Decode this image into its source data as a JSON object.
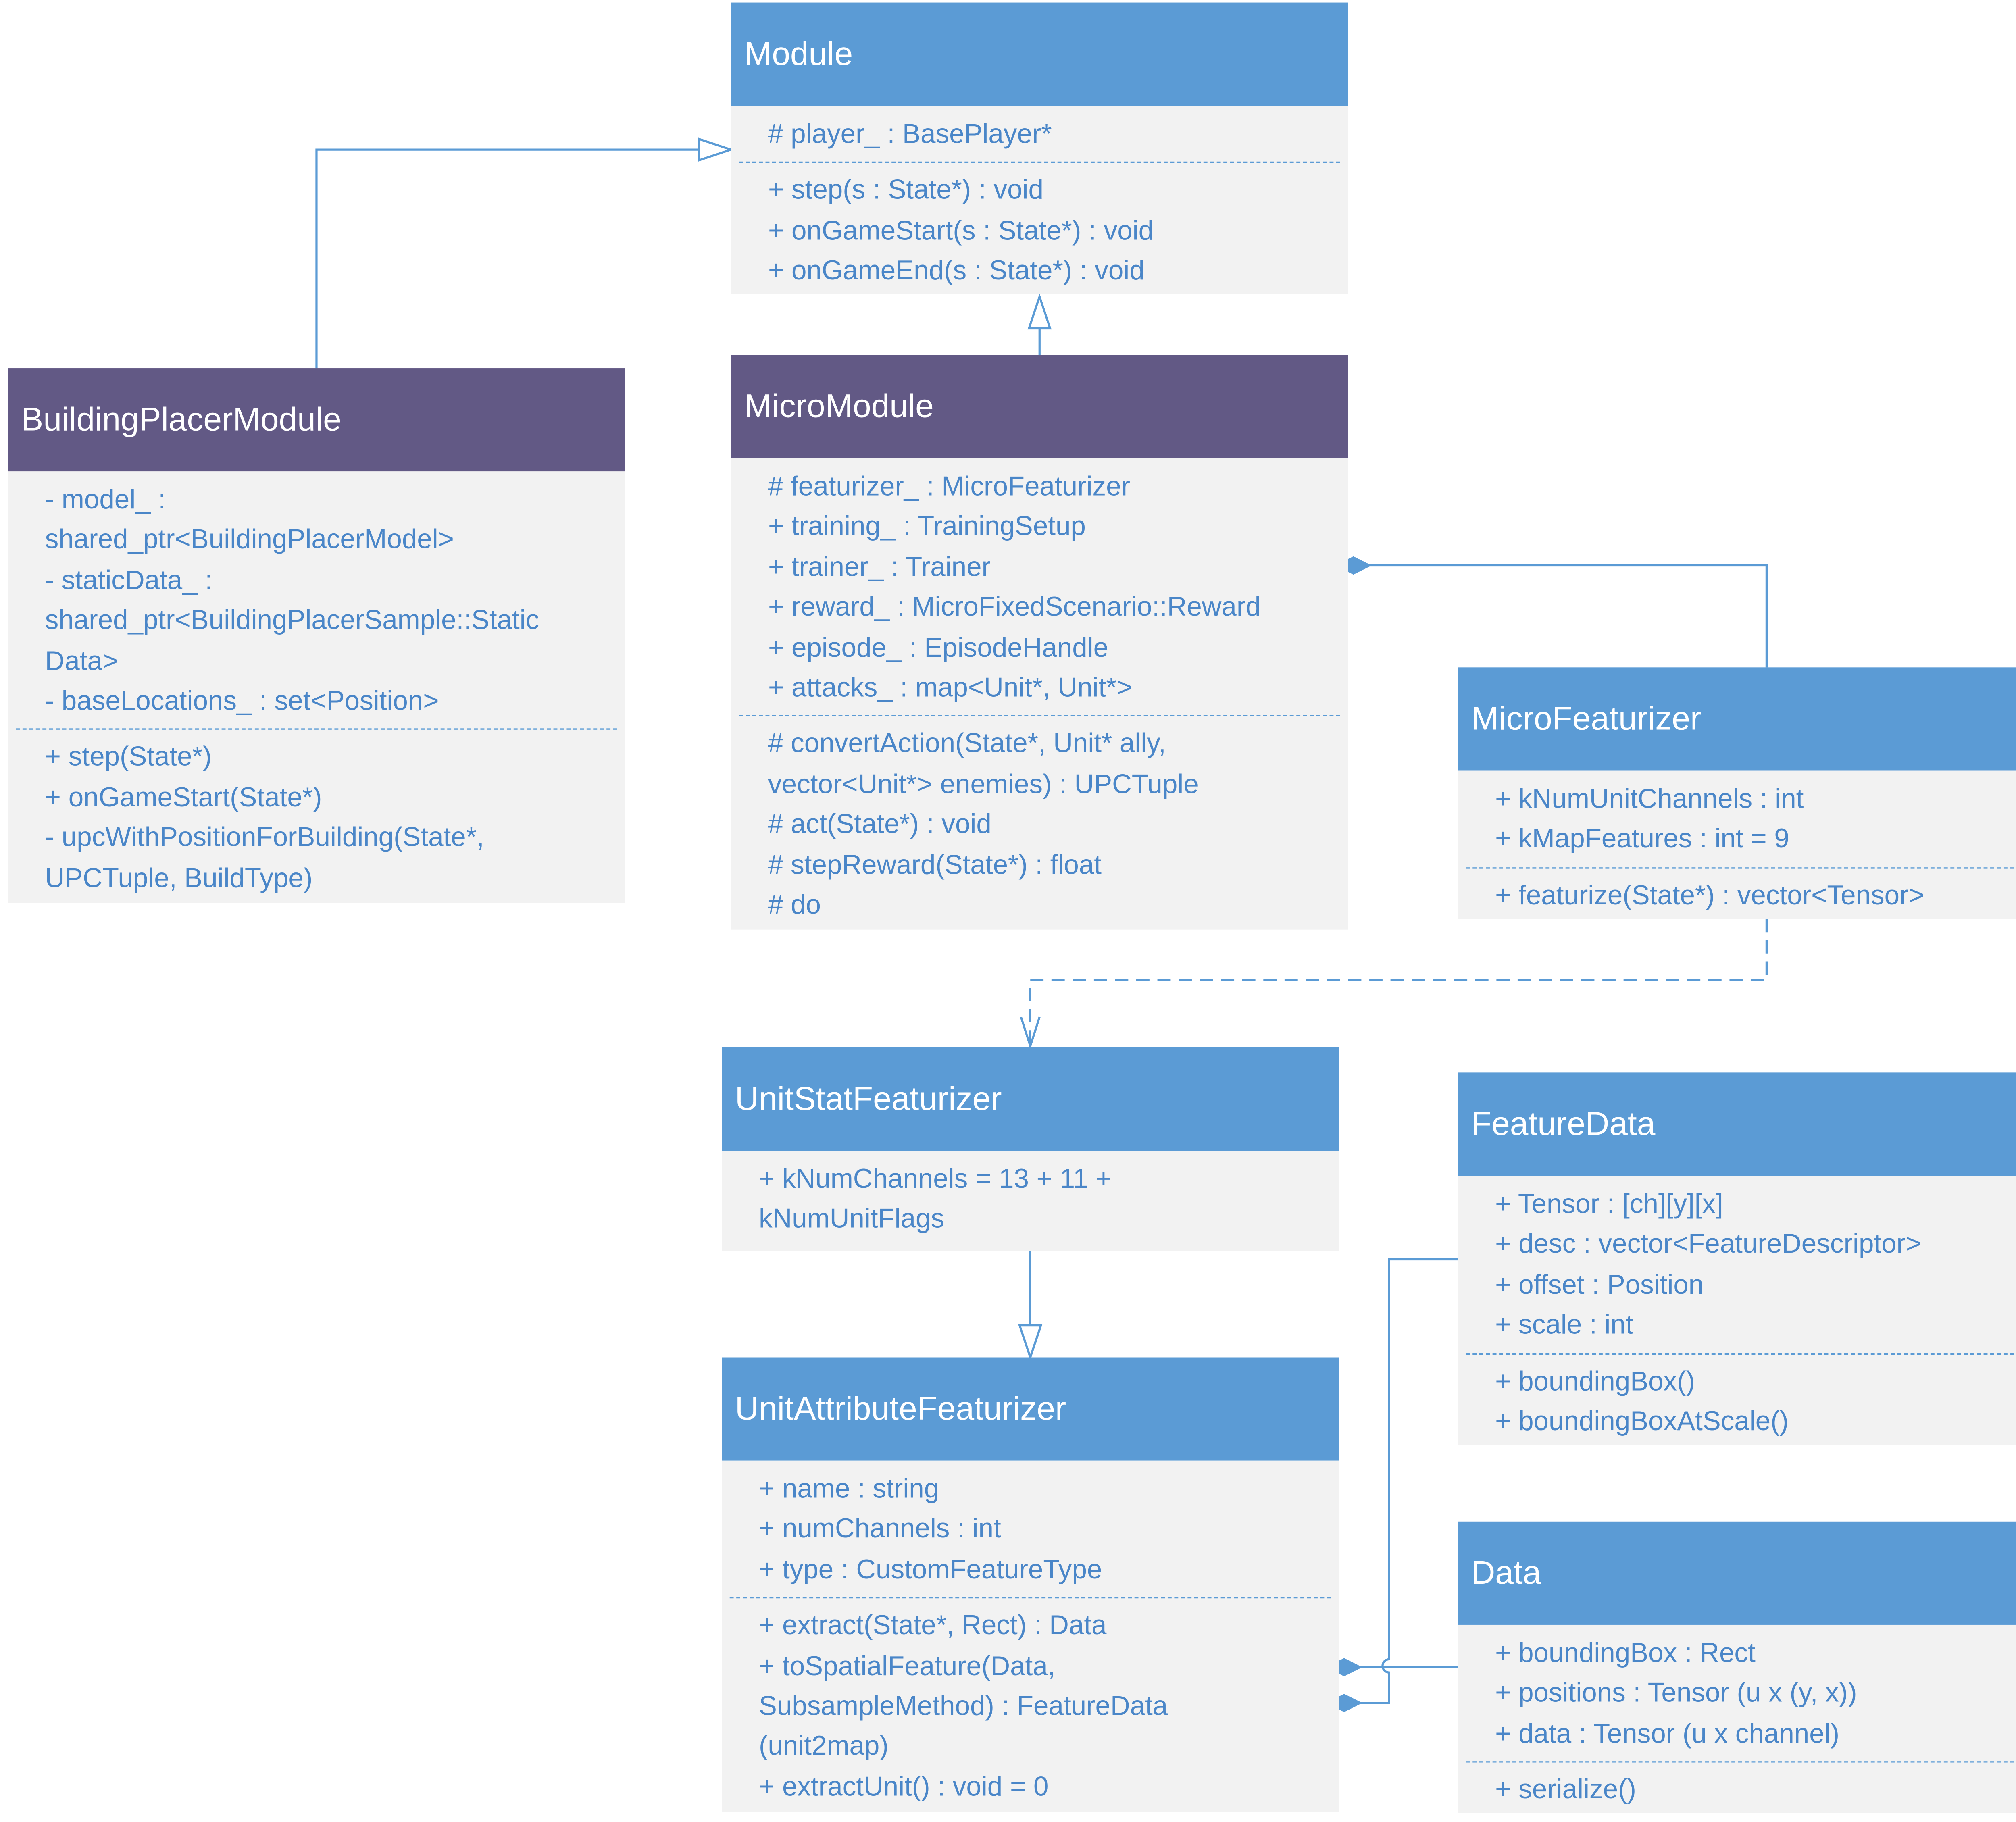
{
  "colors": {
    "header_blue": "#5b9bd5",
    "header_purple": "#625985",
    "body_bg": "#f2f2f2",
    "member_text": "#4a86c8",
    "connector": "#5b9bd5"
  },
  "classes": {
    "module": {
      "name": "Module",
      "attributes": [
        "# player_ : BasePlayer*"
      ],
      "methods": [
        "+ step(s : State*) : void",
        "+ onGameStart(s : State*) : void",
        "+ onGameEnd(s : State*) : void"
      ]
    },
    "building_placer_module": {
      "name": "BuildingPlacerModule",
      "attributes": [
        "- model_ :",
        "shared_ptr<BuildingPlacerModel>",
        "- staticData_ :",
        "shared_ptr<BuildingPlacerSample::Static",
        "Data>",
        "- baseLocations_ : set<Position>"
      ],
      "methods": [
        "+ step(State*)",
        "+ onGameStart(State*)",
        "- upcWithPositionForBuilding(State*,",
        "UPCTuple, BuildType)"
      ]
    },
    "micro_module": {
      "name": "MicroModule",
      "attributes": [
        "# featurizer_ : MicroFeaturizer",
        "+ training_ : TrainingSetup",
        "+ trainer_ : Trainer",
        "+ reward_ : MicroFixedScenario::Reward",
        "+ episode_ : EpisodeHandle",
        "+ attacks_ : map<Unit*, Unit*>"
      ],
      "methods": [
        "# convertAction(State*, Unit* ally,",
        "vector<Unit*> enemies) : UPCTuple",
        "# act(State*) : void",
        "# stepReward(State*) : float",
        "# do"
      ]
    },
    "micro_featurizer": {
      "name": "MicroFeaturizer",
      "attributes": [
        "+ kNumUnitChannels : int",
        "+ kMapFeatures : int = 9"
      ],
      "methods": [
        "+ featurize(State*) : vector<Tensor>"
      ]
    },
    "unit_stat_featurizer": {
      "name": "UnitStatFeaturizer",
      "attributes": [
        "+ kNumChannels = 13 + 11 +",
        "kNumUnitFlags"
      ],
      "methods": []
    },
    "feature_data": {
      "name": "FeatureData",
      "attributes": [
        "+ Tensor : [ch][y][x]",
        "+ desc : vector<FeatureDescriptor>",
        "+ offset : Position",
        "+ scale : int"
      ],
      "methods": [
        "+ boundingBox()",
        "+ boundingBoxAtScale()"
      ]
    },
    "unit_attribute_featurizer": {
      "name": "UnitAttributeFeaturizer",
      "attributes": [
        "+ name : string",
        "+ numChannels : int",
        "+ type : CustomFeatureType"
      ],
      "methods": [
        "+ extract(State*, Rect) : Data",
        "+ toSpatialFeature(Data,",
        "SubsampleMethod) : FeatureData",
        "(unit2map)",
        "+ extractUnit() : void = 0"
      ]
    },
    "data": {
      "name": "Data",
      "attributes": [
        "+ boundingBox : Rect",
        "+ positions : Tensor (u x (y, x))",
        "+ data : Tensor (u x channel)"
      ],
      "methods": [
        "+ serialize()"
      ]
    }
  }
}
